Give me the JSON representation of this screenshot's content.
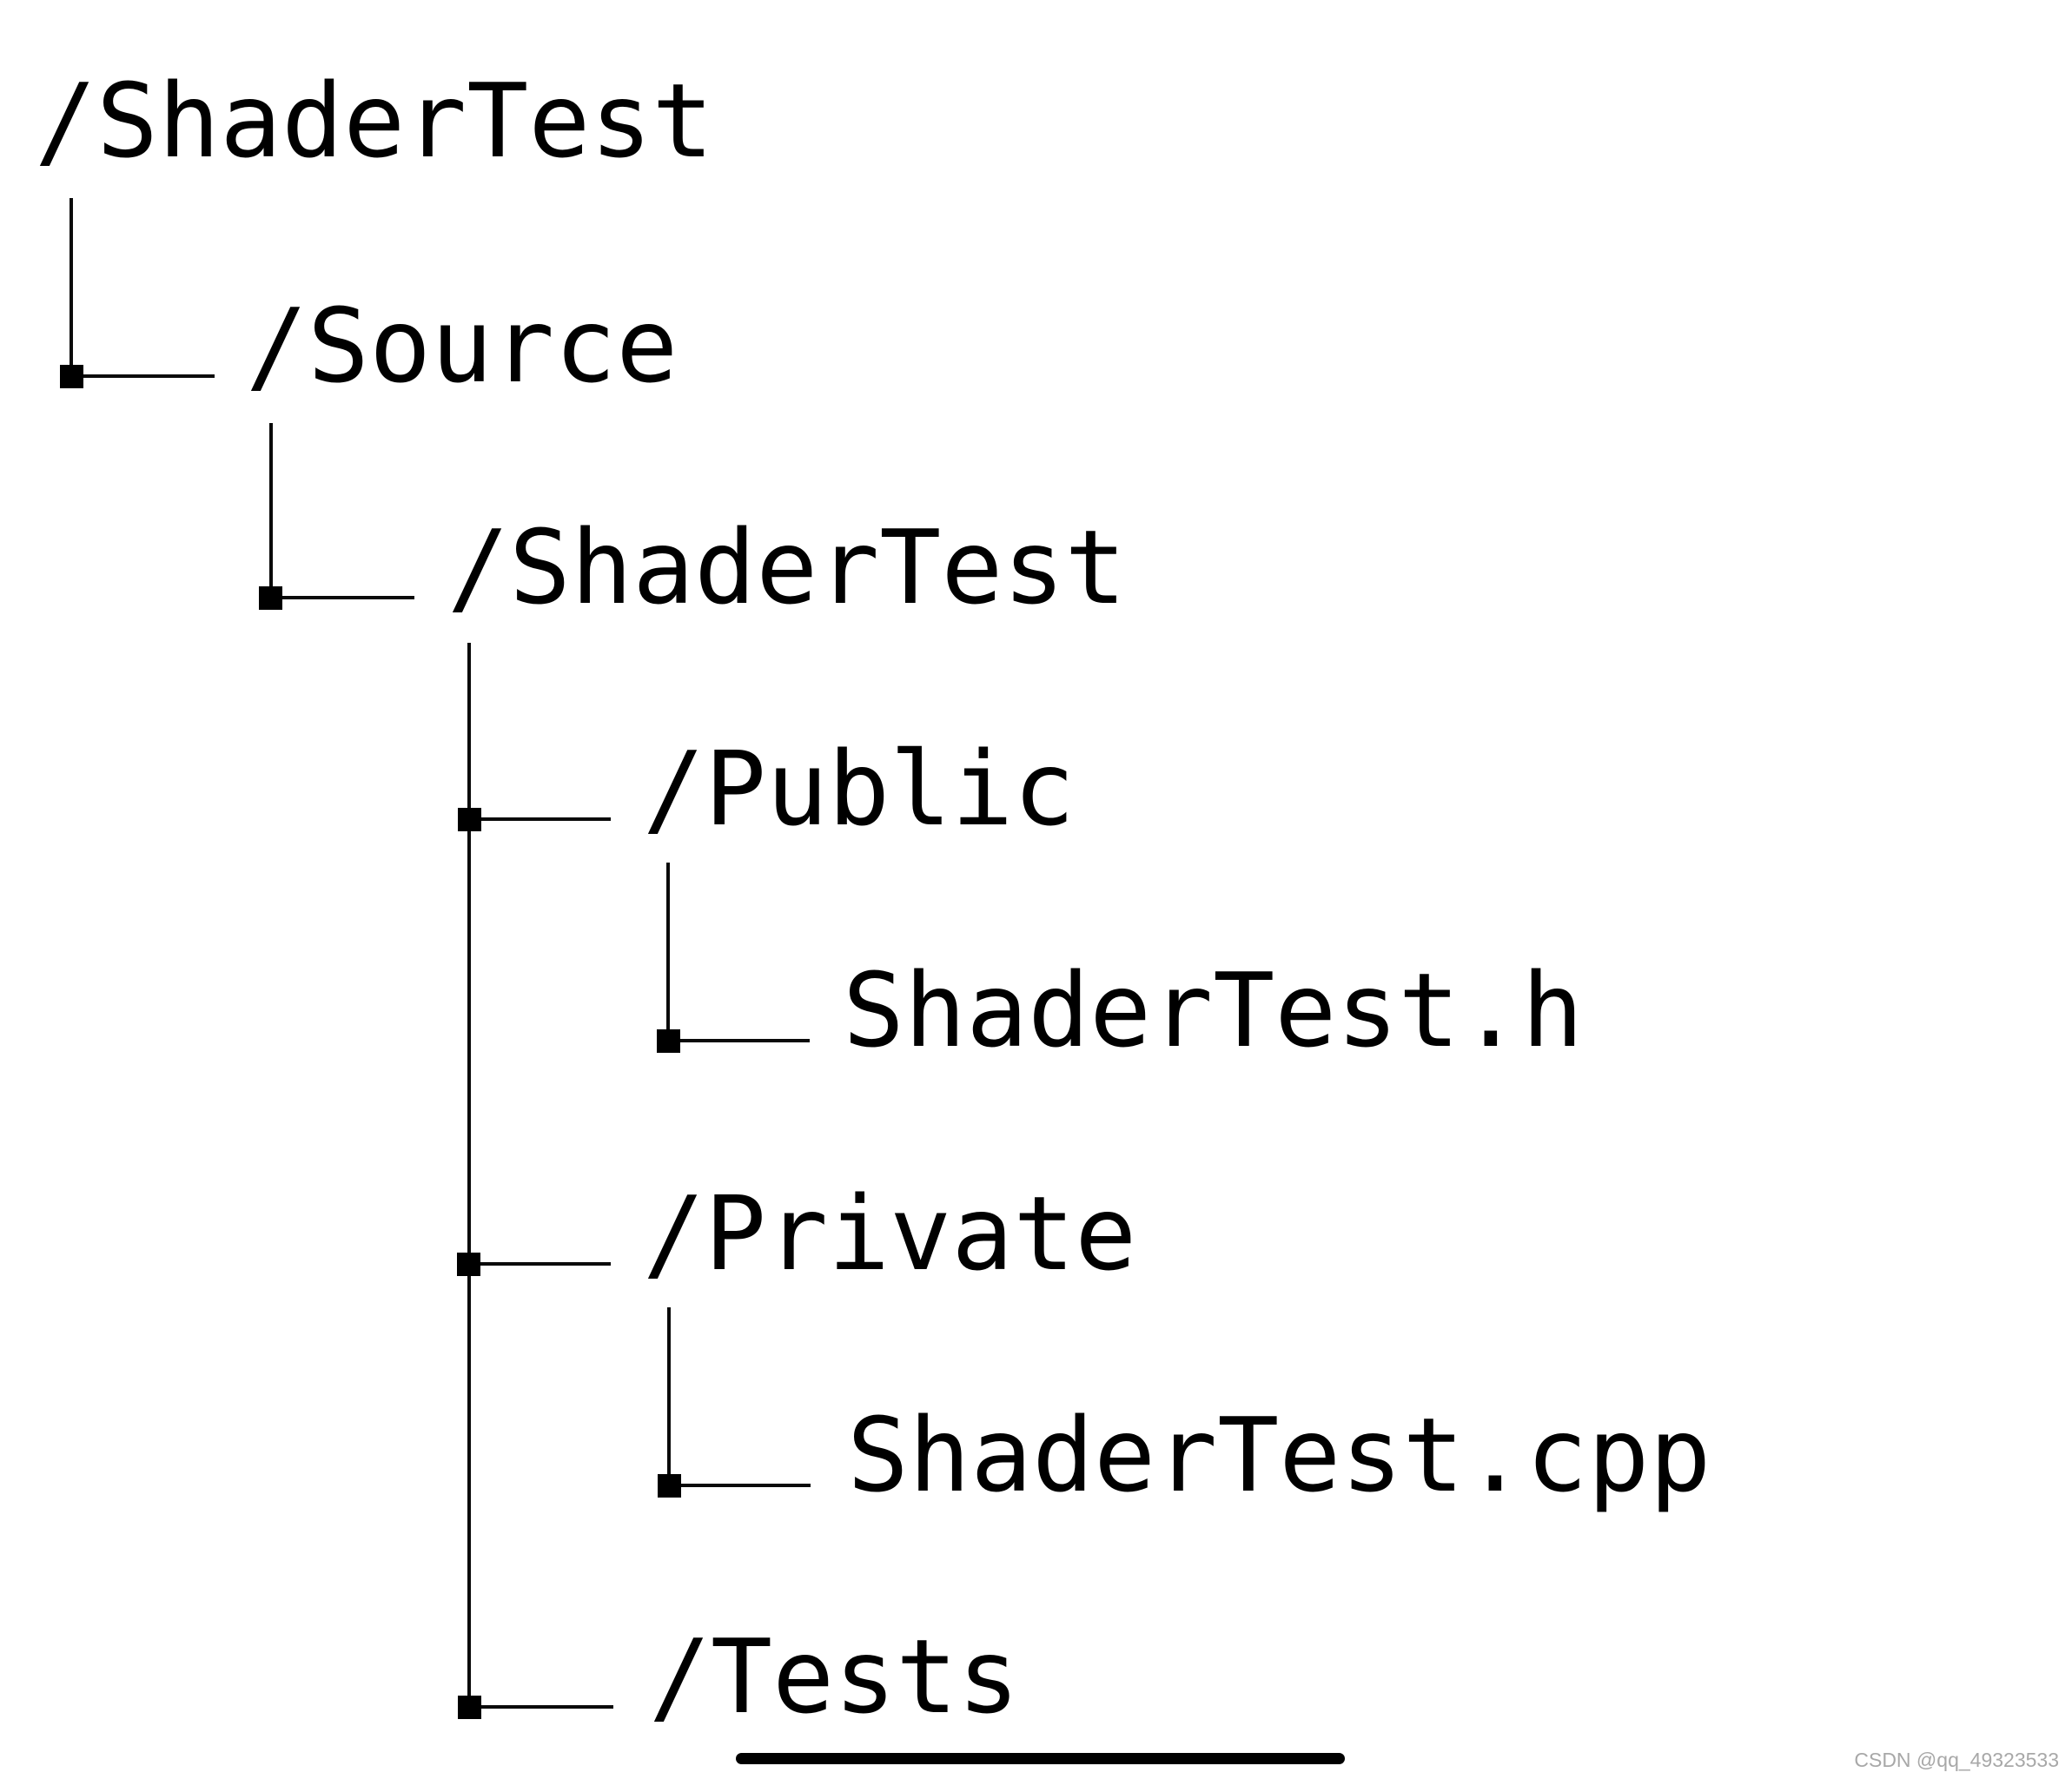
{
  "tree": {
    "nodes": [
      {
        "label": "/ShaderTest",
        "depth": 0
      },
      {
        "label": "/Source",
        "depth": 1
      },
      {
        "label": "/ShaderTest",
        "depth": 2
      },
      {
        "label": "/Public",
        "depth": 3
      },
      {
        "label": "ShaderTest.h",
        "depth": 4
      },
      {
        "label": "/Private",
        "depth": 3
      },
      {
        "label": "ShaderTest.cpp",
        "depth": 4
      },
      {
        "label": "/Tests",
        "depth": 3
      }
    ]
  },
  "watermark": {
    "text": "CSDN @qq_49323533"
  },
  "colors": {
    "background": "#ffffff",
    "line": "#0a0a0a",
    "text": "#000000",
    "watermark": "#a8a8a8"
  }
}
